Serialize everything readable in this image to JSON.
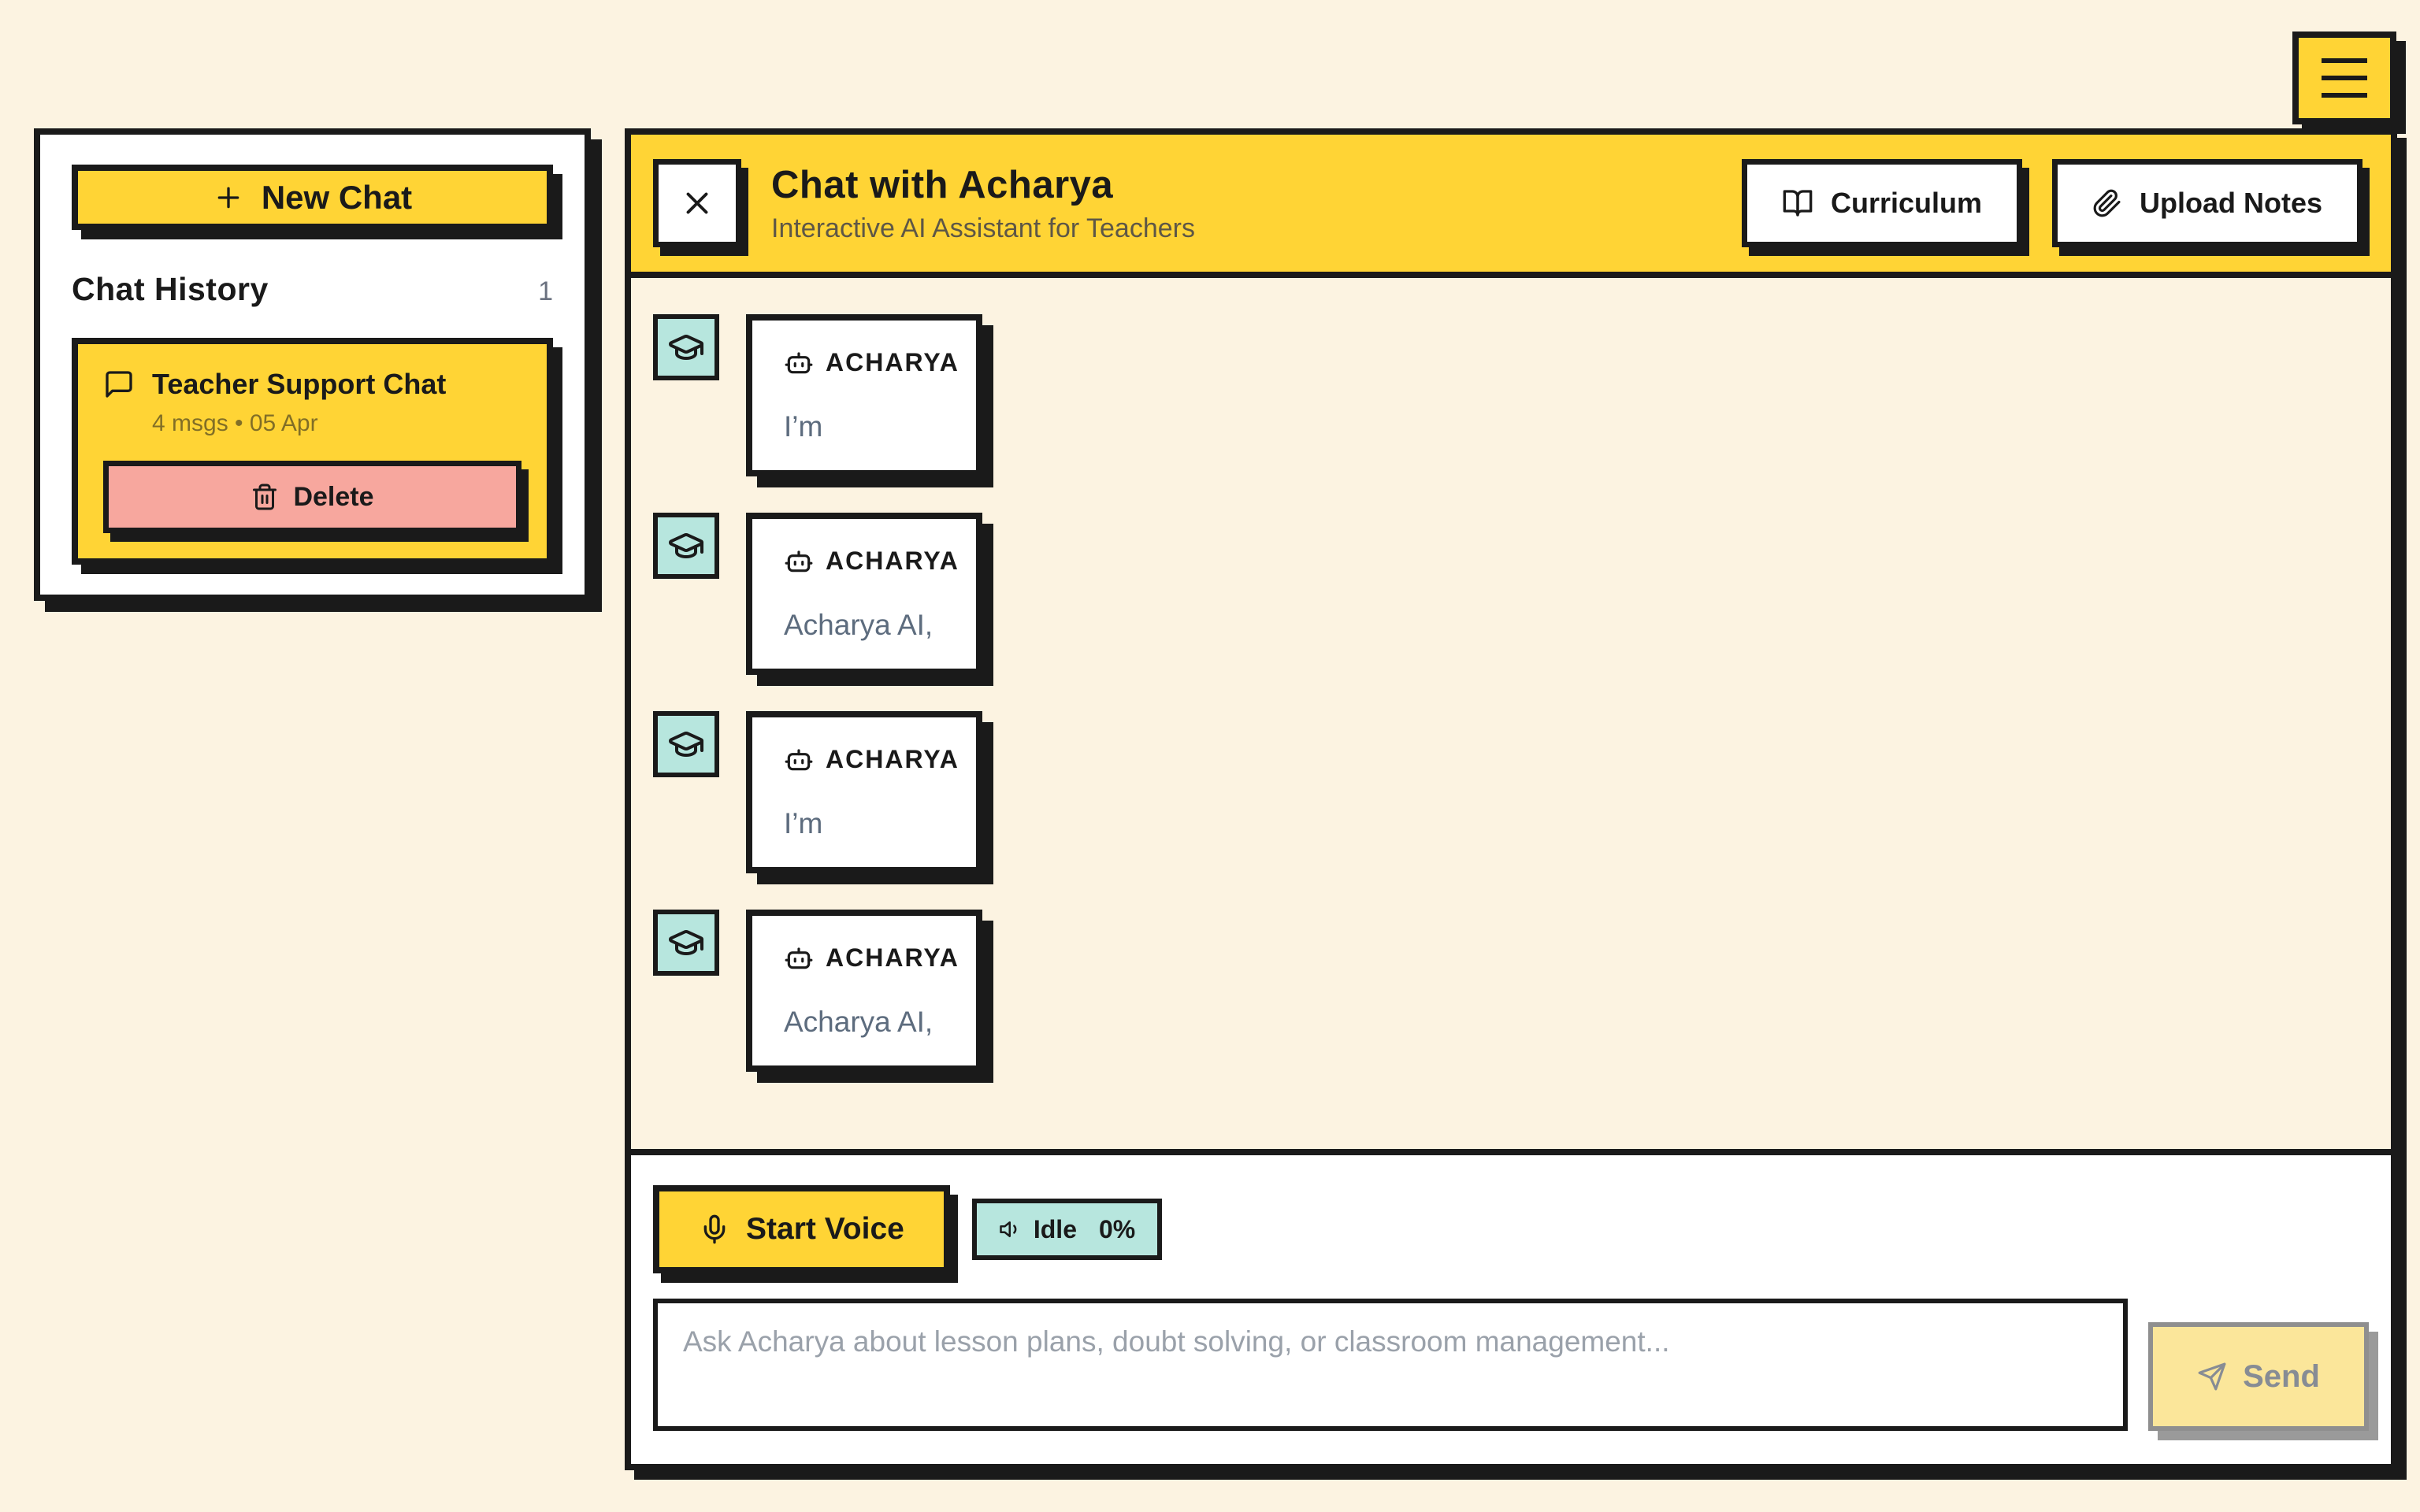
{
  "colors": {
    "background": "#FCF3E1",
    "accent_yellow": "#FFD435",
    "teal": "#B7E6DE",
    "pink": "#F7A79E",
    "ink": "#1A1A1A",
    "message_text": "#5D6C7E",
    "disabled_gray": "#8F8F8F"
  },
  "sidebar": {
    "new_chat_label": "New Chat",
    "history_title": "Chat History",
    "history_count": "1",
    "chat": {
      "title": "Teacher Support Chat",
      "meta": "4 msgs • 05 Apr",
      "delete_label": "Delete"
    }
  },
  "header": {
    "title": "Chat with Acharya",
    "subtitle": "Interactive AI Assistant for Teachers",
    "curriculum_label": "Curriculum",
    "upload_label": "Upload Notes"
  },
  "messages": [
    {
      "sender": "ACHARYA",
      "text": "I’m"
    },
    {
      "sender": "ACHARYA",
      "text": "Acharya AI,"
    },
    {
      "sender": "ACHARYA",
      "text": "I’m"
    },
    {
      "sender": "ACHARYA",
      "text": "Acharya AI,"
    }
  ],
  "voice": {
    "start_label": "Start Voice",
    "status_label": "Idle",
    "level": "0%"
  },
  "composer": {
    "placeholder": "Ask Acharya about lesson plans, doubt solving, or classroom management...",
    "send_label": "Send"
  }
}
